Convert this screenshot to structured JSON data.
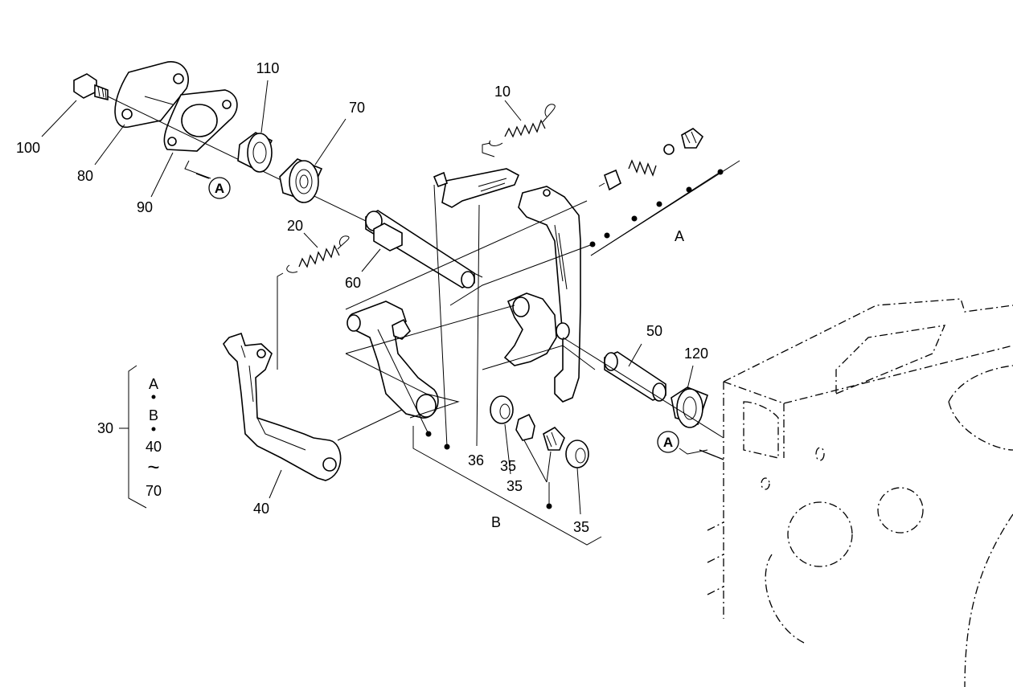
{
  "callouts": {
    "c100": "100",
    "c80": "80",
    "c90": "90",
    "c110": "110",
    "c70": "70",
    "c10": "10",
    "c20": "20",
    "c60": "60",
    "c36": "36",
    "c35a": "35",
    "c35b": "35",
    "c35c": "35",
    "c50": "50",
    "c120": "120",
    "c40": "40",
    "c30": "30"
  },
  "groups": {
    "a": "A",
    "b": "B"
  },
  "references": {
    "ref1": "A",
    "ref2": "A"
  },
  "set30": {
    "item1": "A",
    "item2": "B",
    "item3": "40",
    "tilde": "~",
    "item4": "70"
  },
  "colors": {
    "ink": "#000000",
    "paper": "#ffffff"
  }
}
